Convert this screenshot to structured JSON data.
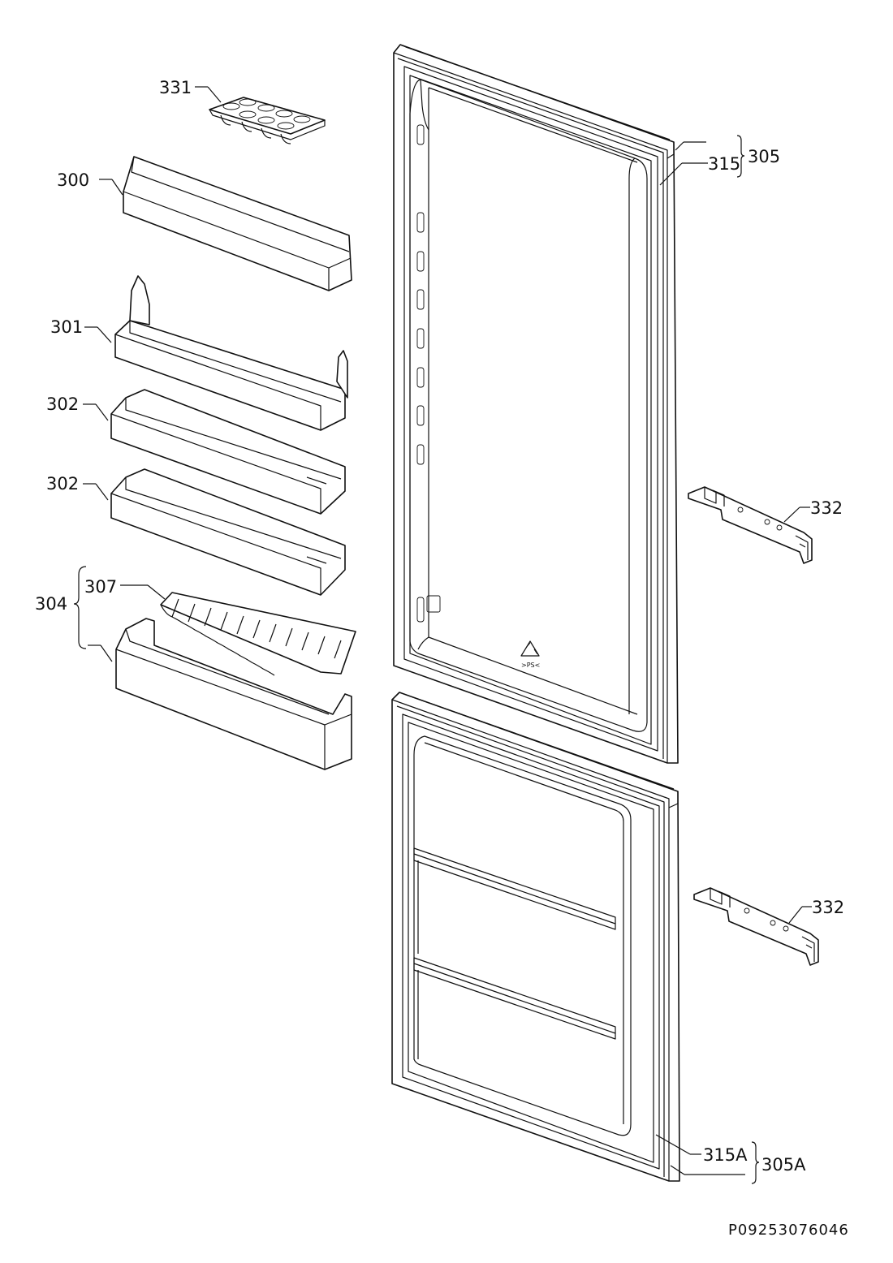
{
  "labels": {
    "l331": "331",
    "l300": "300",
    "l301": "301",
    "l302a": "302",
    "l302b": "302",
    "l304": "304",
    "l307": "307",
    "l315": "315",
    "l305": "305",
    "l332a": "332",
    "l332b": "332",
    "l315A": "315A",
    "l305A": "305A"
  },
  "drawing_code": "P09253076046"
}
